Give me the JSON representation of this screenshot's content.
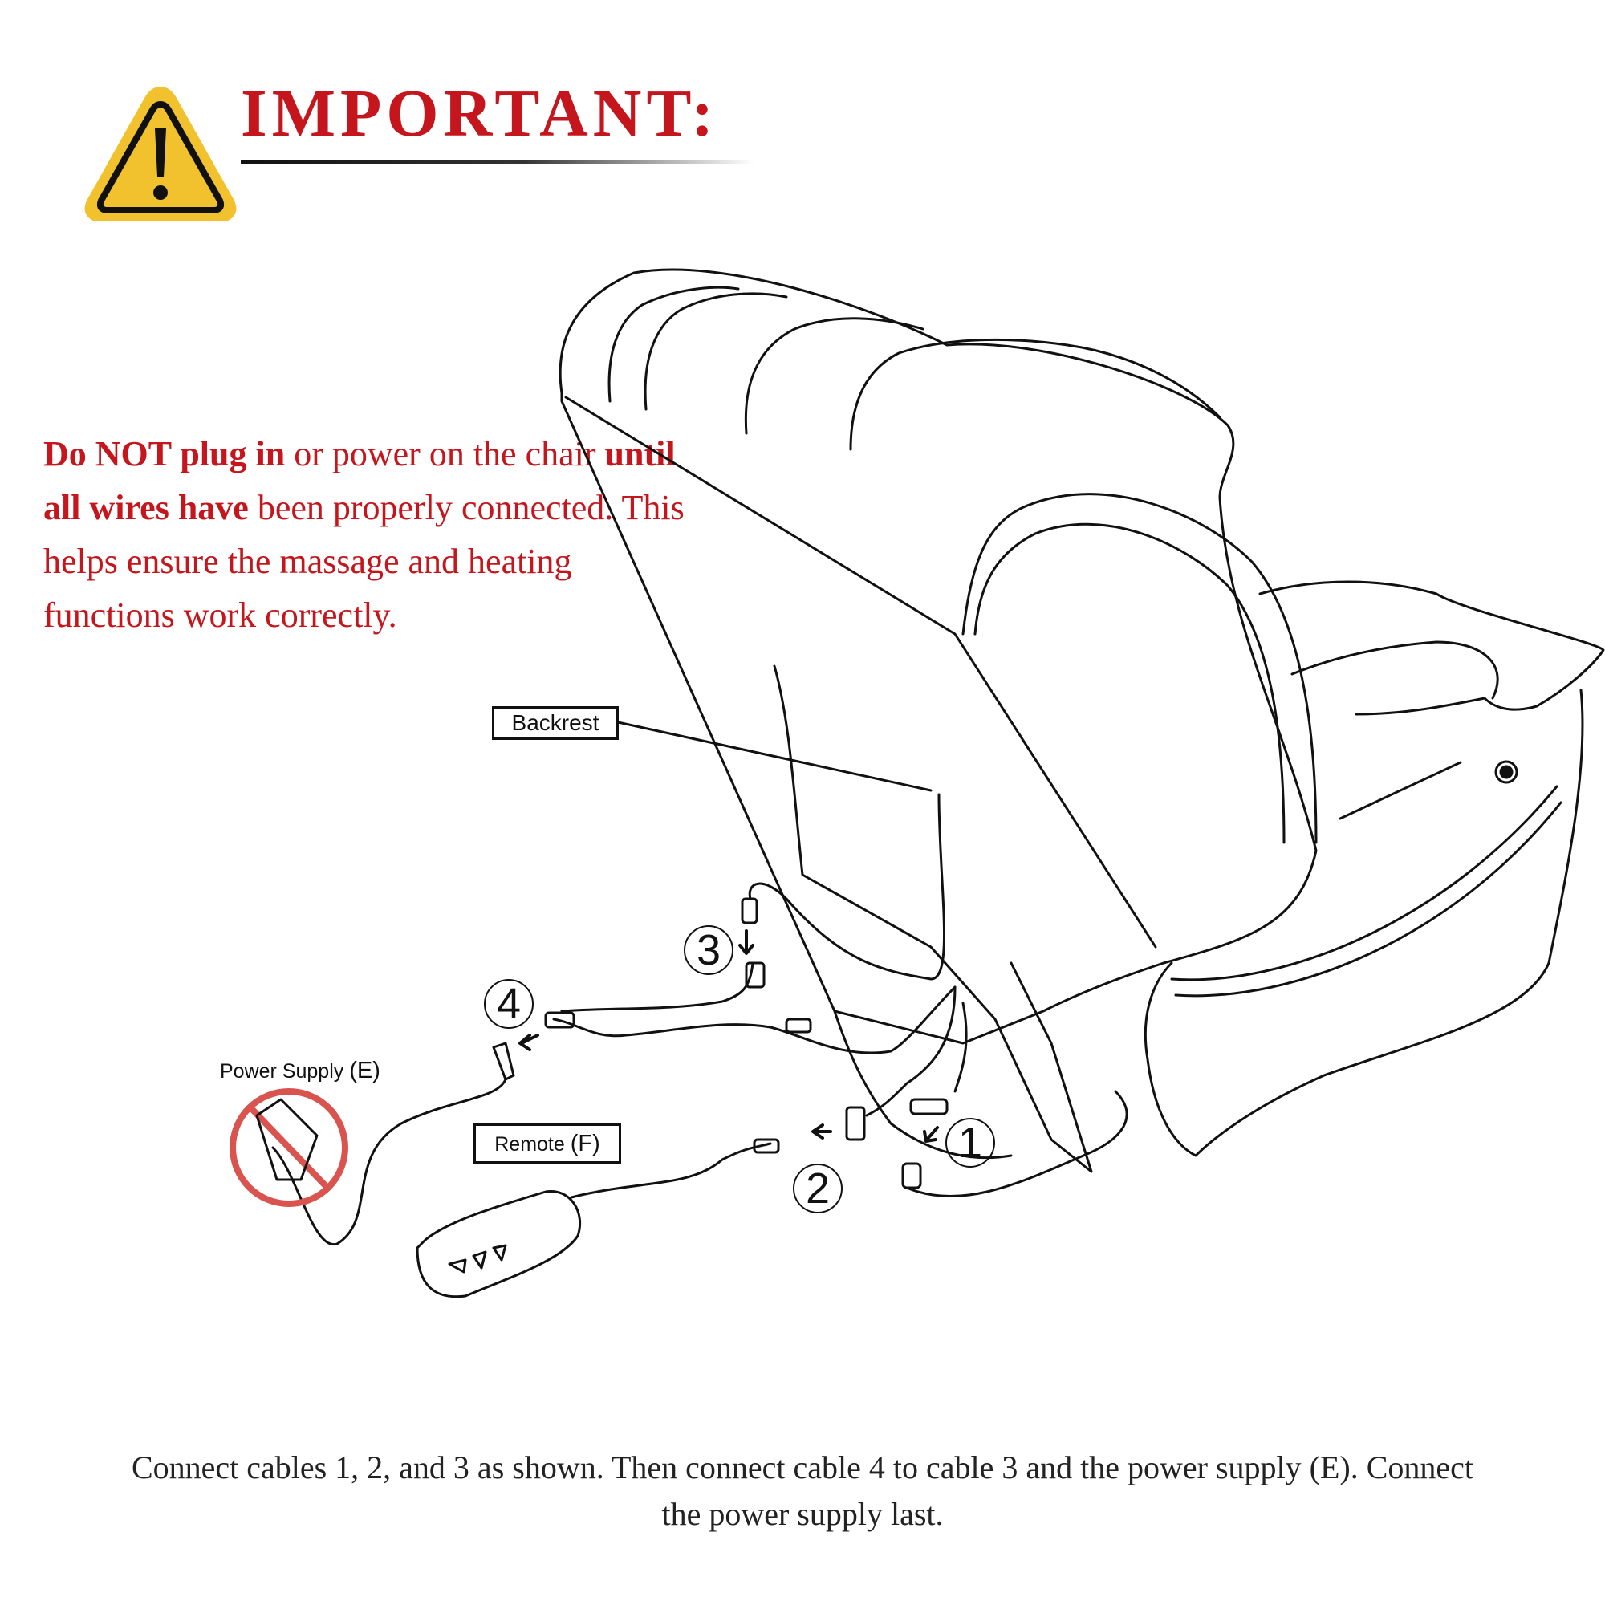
{
  "header": {
    "title": "IMPORTANT:"
  },
  "warning": {
    "p1_bold": "Do NOT plug in",
    "p2": " or power on the chair ",
    "p3_bold": "until all wires have",
    "p4": " been properly connected. This helps ensure the massage and heating functions work correctly."
  },
  "labels": {
    "backrest": "Backrest",
    "power_supply": "Power Supply",
    "power_supply_letter": "(E)",
    "remote": "Remote",
    "remote_letter": "(F)"
  },
  "steps": [
    "1",
    "2",
    "3",
    "4"
  ],
  "caption": "Connect cables 1, 2, and 3 as shown. Then connect cable 4 to cable 3 and the power supply (E). Connect the power supply last.",
  "colors": {
    "accent_red": "#c4161c",
    "warning_yellow": "#f2c12e",
    "prohibit_red": "#d9534f",
    "line": "#111111"
  },
  "icons": [
    "warning-triangle-icon",
    "no-entry-icon",
    "arrow-icon"
  ]
}
